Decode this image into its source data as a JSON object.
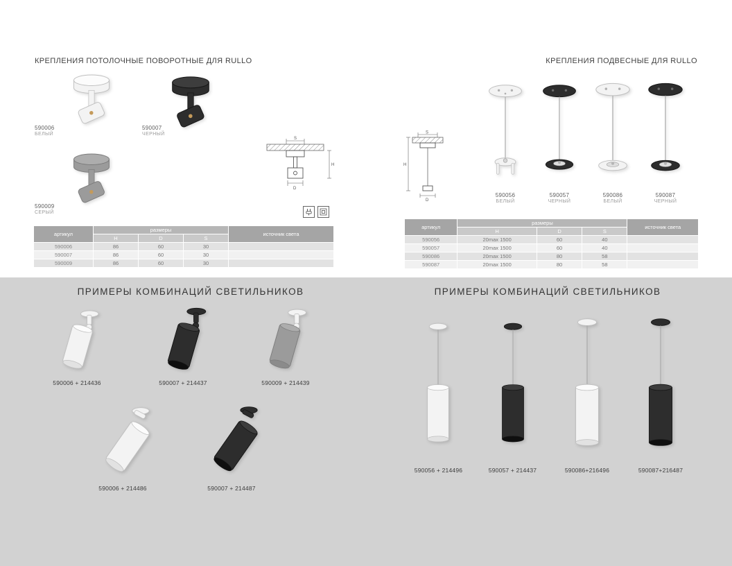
{
  "colors": {
    "bottom_background": "#d2d2d2",
    "table_header": "#a5a5a5",
    "brass_accent": "#c49a5a"
  },
  "ceiling": {
    "title": "КРЕПЛЕНИЯ ПОТОЛОЧНЫЕ ПОВОРОТНЫЕ ДЛЯ RULLO",
    "products": [
      {
        "code": "590006",
        "color_name": "БЕЛЫЙ"
      },
      {
        "code": "590007",
        "color_name": "ЧЕРНЫЙ"
      },
      {
        "code": "590009",
        "color_name": "СЕРЫЙ"
      }
    ],
    "table": {
      "art_header": "артикул",
      "sizes_header": "размеры",
      "source_header": "источник света",
      "size_cols": [
        "H",
        "D",
        "S"
      ],
      "rows": [
        {
          "art": "590006",
          "H": "86",
          "D": "60",
          "S": "30",
          "source": ""
        },
        {
          "art": "590007",
          "H": "86",
          "D": "60",
          "S": "30",
          "source": ""
        },
        {
          "art": "590009",
          "H": "86",
          "D": "60",
          "S": "30",
          "source": ""
        }
      ]
    }
  },
  "pendant": {
    "title": "КРЕПЛЕНИЯ ПОДВЕСНЫЕ ДЛЯ RULLO",
    "products": [
      {
        "code": "590056",
        "color_name": "БЕЛЫЙ"
      },
      {
        "code": "590057",
        "color_name": "ЧЕРНЫЙ"
      },
      {
        "code": "590086",
        "color_name": "БЕЛЫЙ"
      },
      {
        "code": "590087",
        "color_name": "ЧЕРНЫЙ"
      }
    ],
    "table": {
      "art_header": "артикул",
      "sizes_header": "размеры",
      "source_header": "источник света",
      "size_cols": [
        "H",
        "D",
        "S"
      ],
      "rows": [
        {
          "art": "590056",
          "H": "20max 1500",
          "D": "60",
          "S": "40",
          "source": ""
        },
        {
          "art": "590057",
          "H": "20max 1500",
          "D": "60",
          "S": "40",
          "source": ""
        },
        {
          "art": "590086",
          "H": "20max 1500",
          "D": "80",
          "S": "58",
          "source": ""
        },
        {
          "art": "590087",
          "H": "20max 1500",
          "D": "80",
          "S": "58",
          "source": ""
        }
      ]
    }
  },
  "combos_left": {
    "title": "ПРИМЕРЫ КОМБИНАЦИЙ СВЕТИЛЬНИКОВ",
    "row1": [
      {
        "label": "590006 + 214436"
      },
      {
        "label": "590007 + 214437"
      },
      {
        "label": "590009 + 214439"
      }
    ],
    "row2": [
      {
        "label": "590006 + 214486"
      },
      {
        "label": "590007 + 214487"
      }
    ]
  },
  "combos_right": {
    "title": "ПРИМЕРЫ КОМБИНАЦИЙ СВЕТИЛЬНИКОВ",
    "items": [
      {
        "label": "590056 + 214496"
      },
      {
        "label": "590057 + 214437"
      },
      {
        "label": "590086+216496"
      },
      {
        "label": "590087+216487"
      }
    ]
  },
  "drawings": {
    "dims": {
      "s": "S",
      "h": "H",
      "d": "D"
    }
  }
}
